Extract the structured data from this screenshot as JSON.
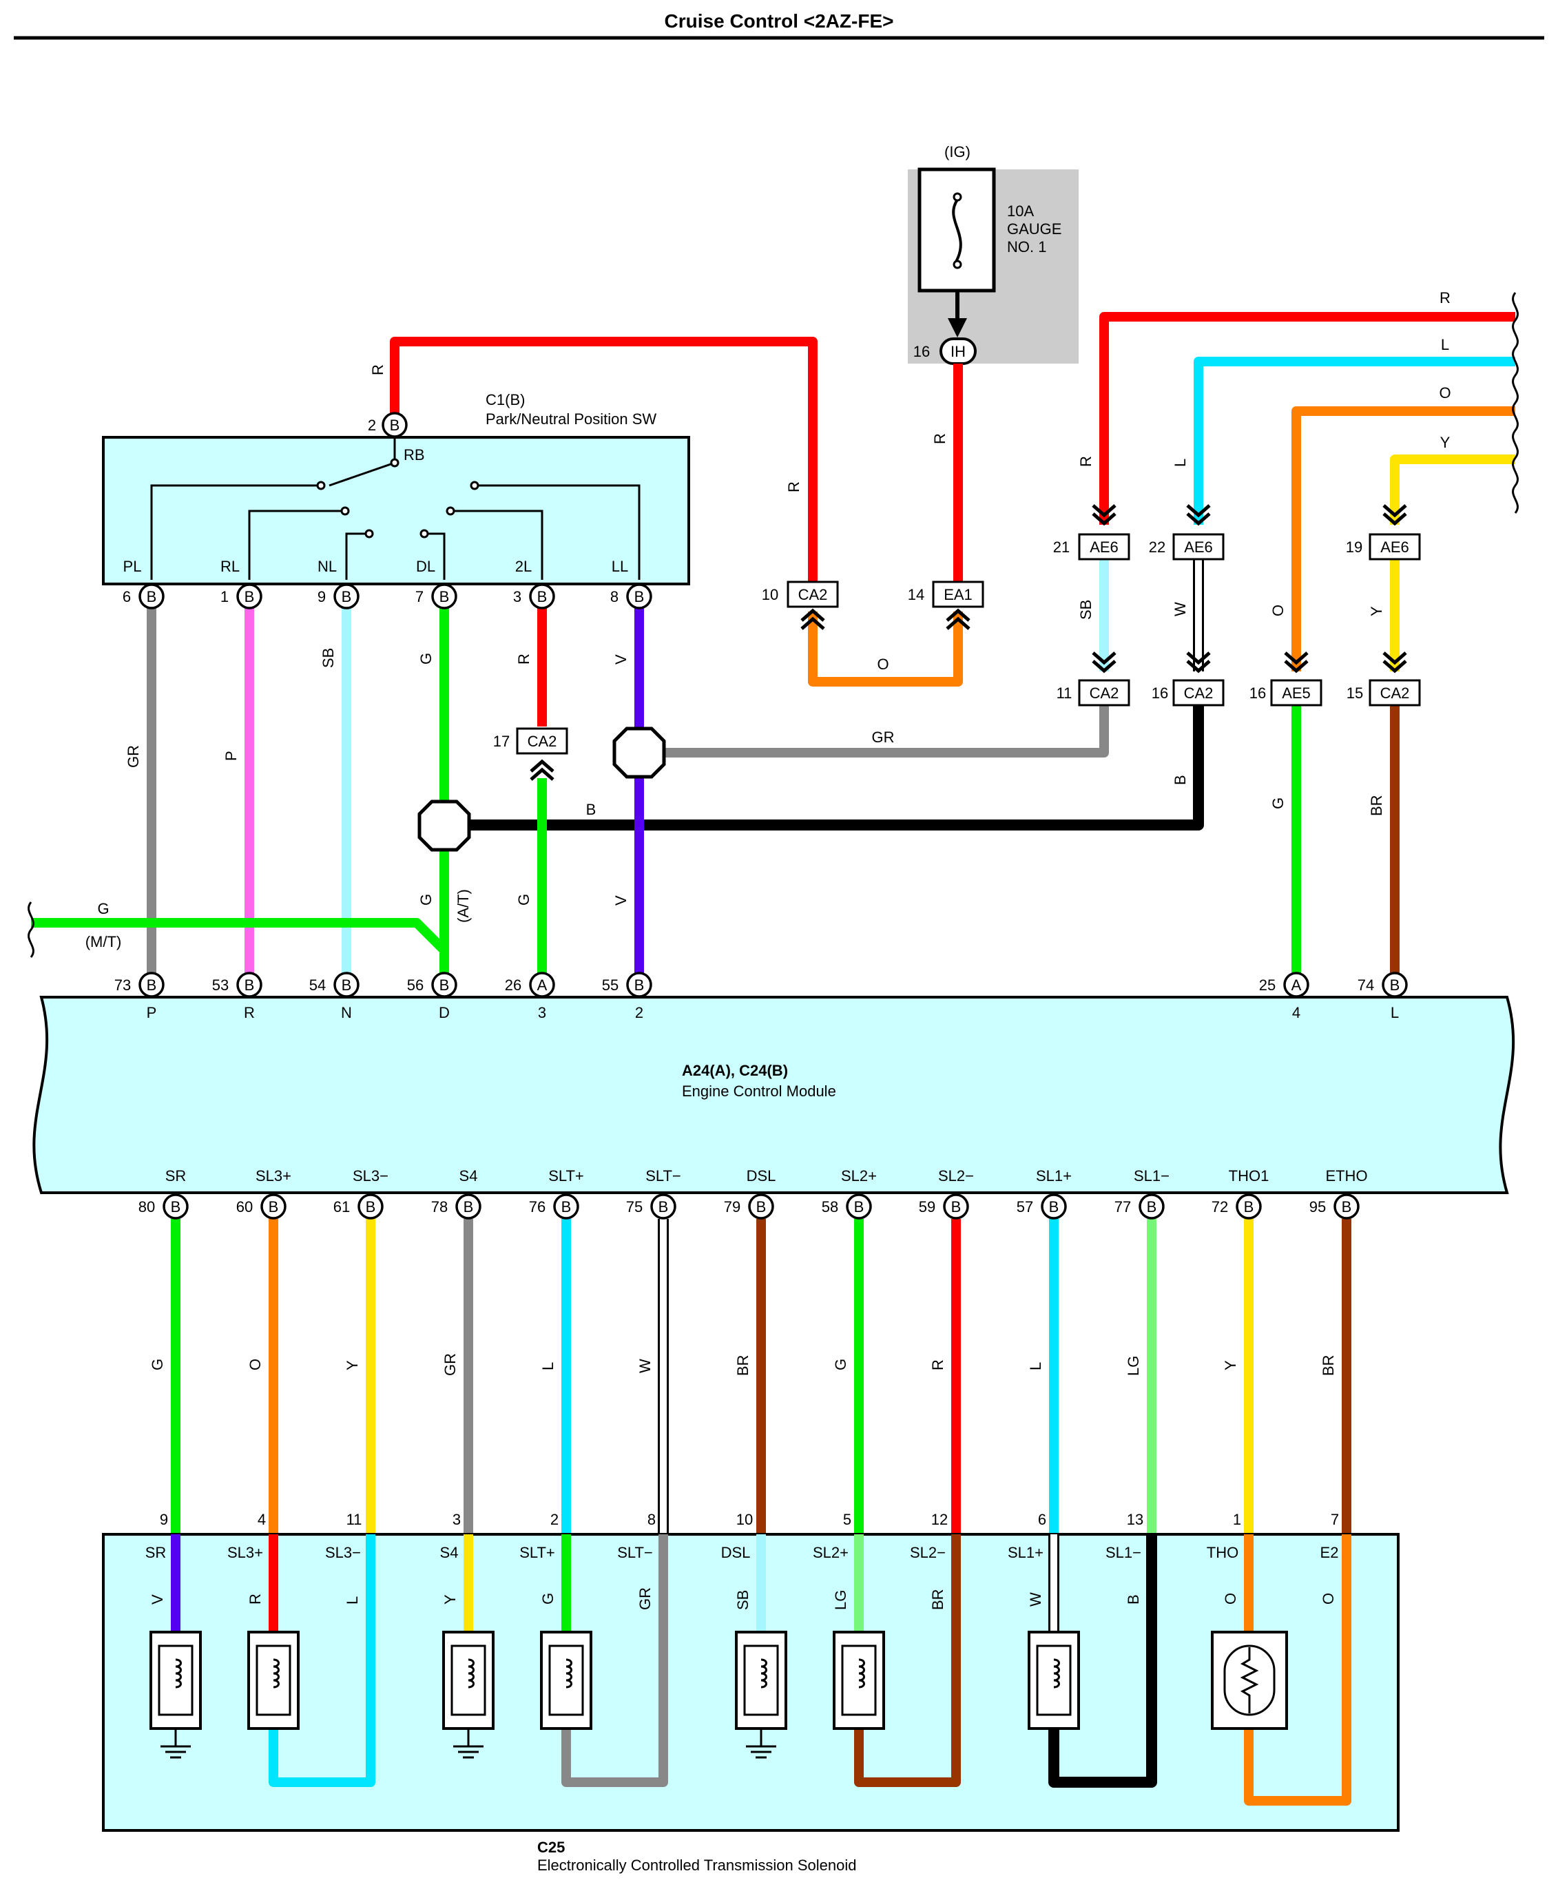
{
  "title": "Cruise Control <2AZ-FE>",
  "fuse": {
    "ig": "(IG)",
    "line1": "10A",
    "line2": "GAUGE",
    "line3": "NO. 1",
    "conn": "IH",
    "pin": "16"
  },
  "pnp_switch": {
    "id": "C1(B)",
    "name": "Park/Neutral Position SW",
    "rb": "RB",
    "top_conn": "B",
    "top_pin": "2"
  },
  "ecm": {
    "id": "A24(A), C24(B)",
    "name": "Engine Control Module"
  },
  "solenoid": {
    "id": "C25",
    "name": "Electronically Controlled Transmission Solenoid"
  },
  "labels": {
    "mt": "(M/T)",
    "at": "(A/T)"
  },
  "colors": {
    "wire_R": "#ff0000",
    "wire_O": "#ff7f00",
    "wire_Y": "#ffe400",
    "wire_G": "#00ee00",
    "wire_L": "#00e5ff",
    "wire_V": "#5500ee",
    "wire_P": "#ff66ee",
    "wire_SB": "#a6f6ff",
    "wire_LG": "#77f777",
    "wire_BR": "#993300",
    "wire_GR": "#888888",
    "wire_B": "#000000",
    "wire_W": "#ffffff",
    "panel_bg": "#ccffff",
    "fuse_bg": "#cccccc"
  }
}
